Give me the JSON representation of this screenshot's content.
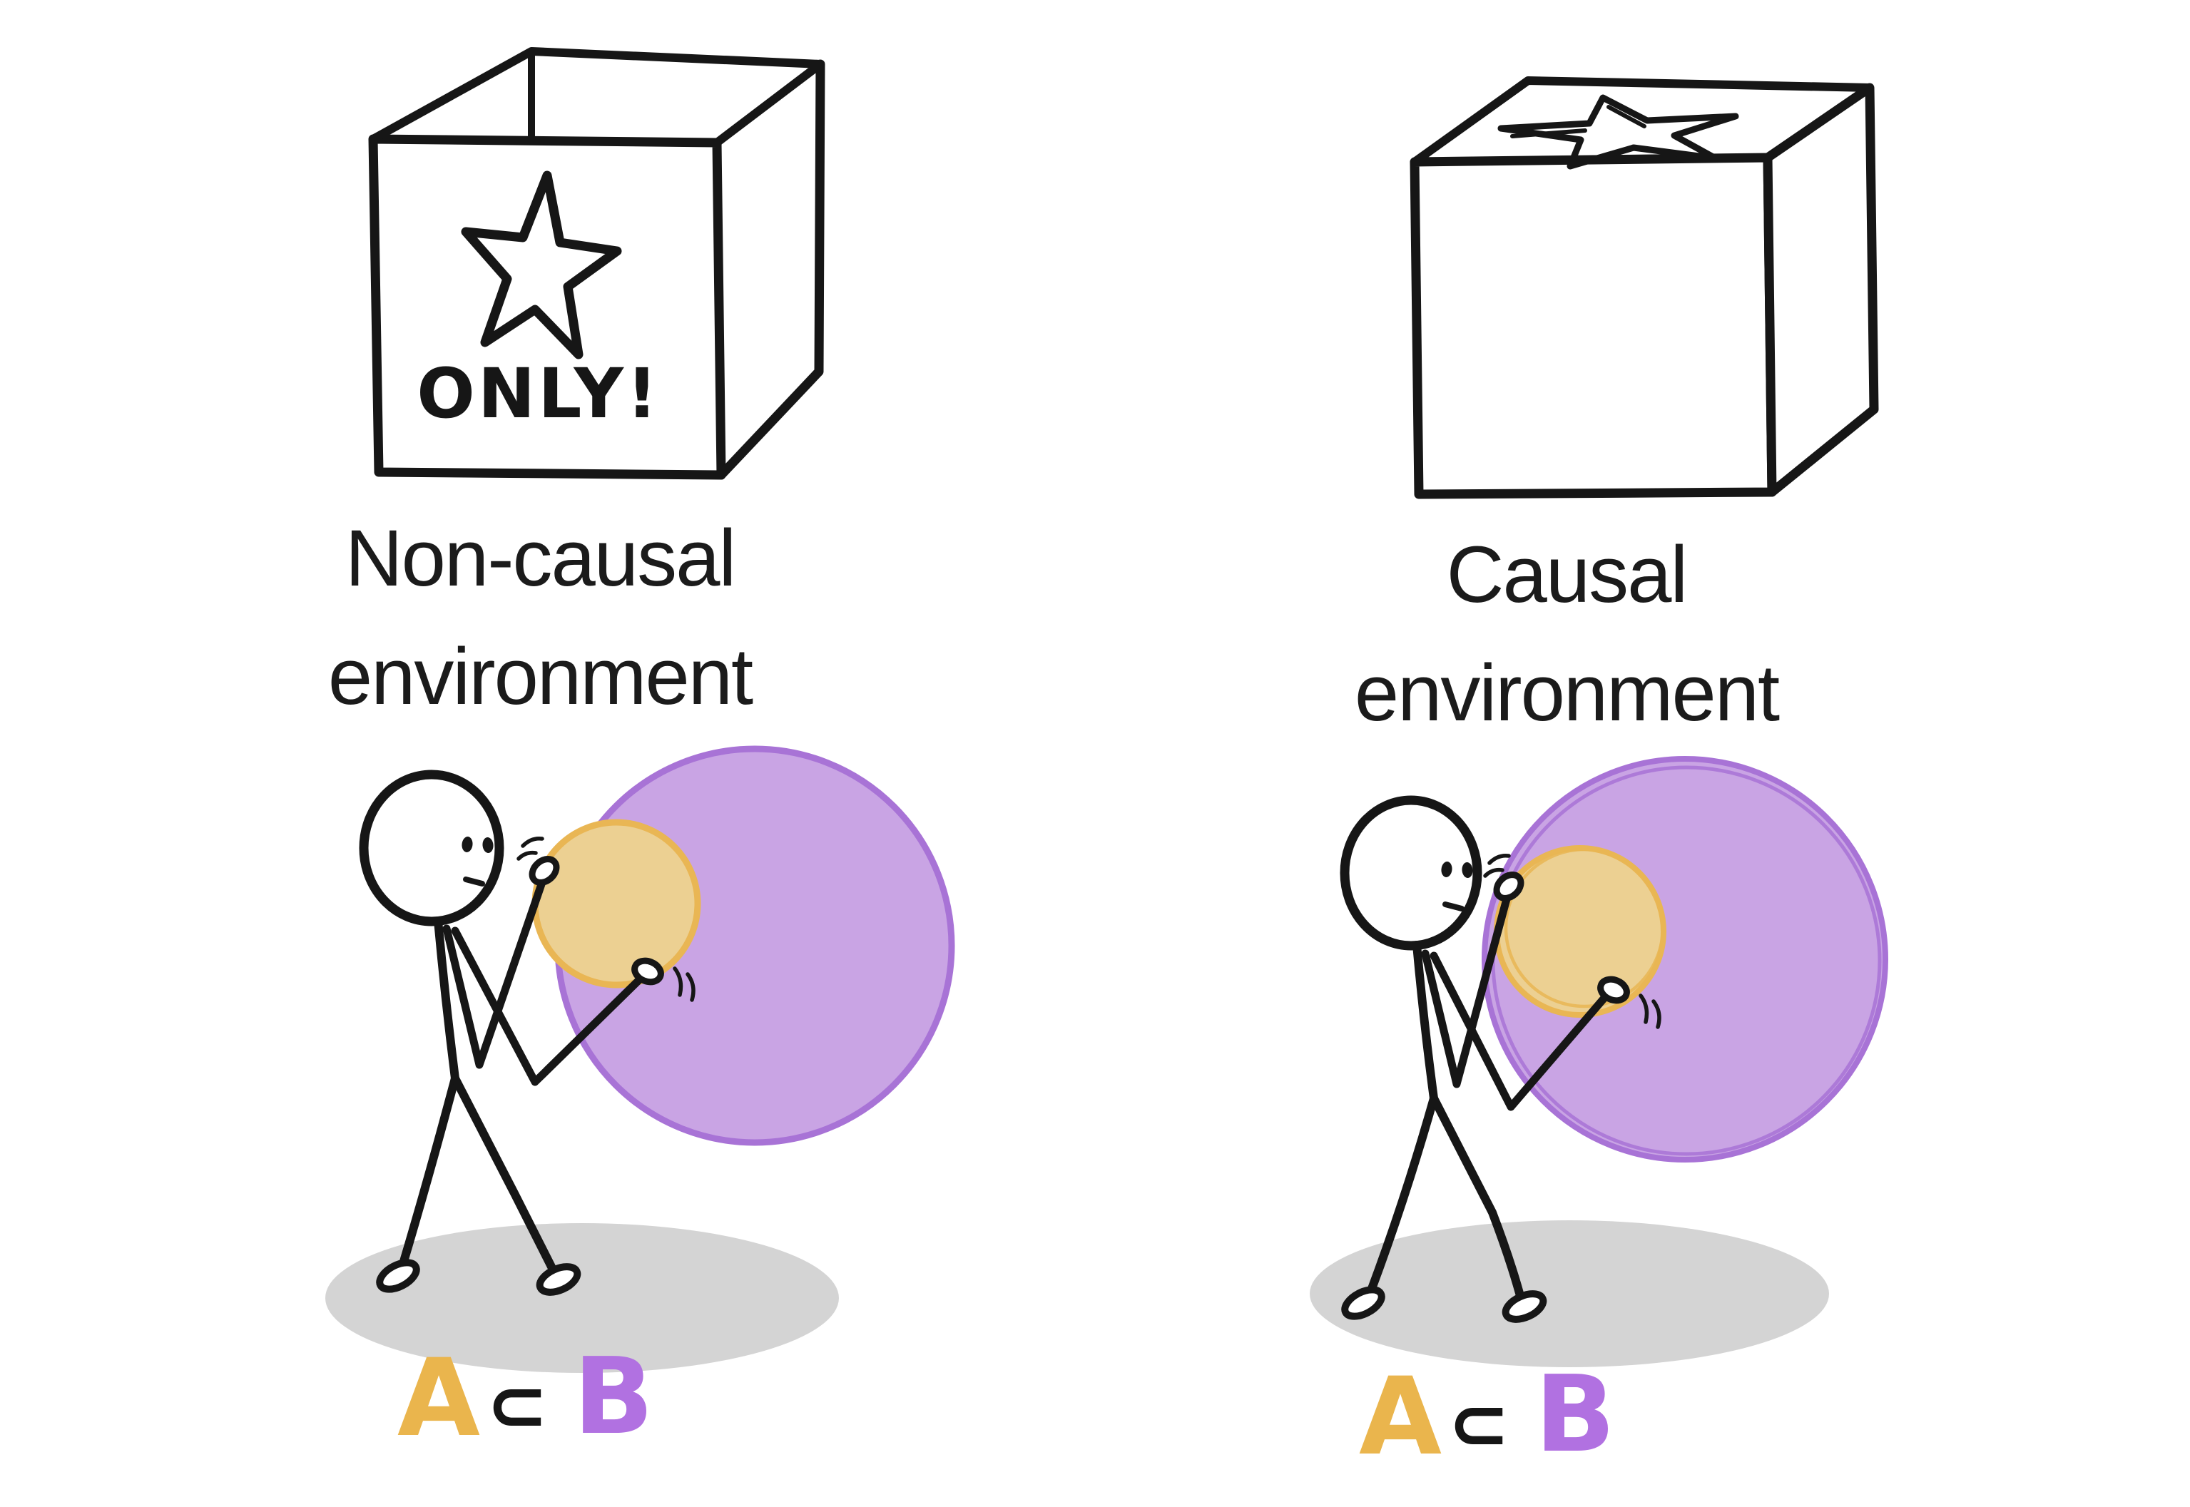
{
  "left_panel": {
    "box_label": "ONLY!",
    "env_line1": "Non-causal",
    "env_line2": "environment",
    "caption_a": "A",
    "caption_subset": "⊂",
    "caption_b": "B"
  },
  "right_panel": {
    "env_line1": "Causal",
    "env_line2": "environment",
    "caption_a": "A",
    "caption_subset": "⊂",
    "caption_b": "B"
  },
  "colors": {
    "ink": "#161616",
    "label_text": "#1b1b1b",
    "background": "#ffffff",
    "circle_a_fill": "#ecd092",
    "circle_a_stroke": "#e9b654",
    "circle_b_fill": "#c9a4e4",
    "circle_b_stroke": "#a873d6",
    "letter_a": "#eab54d",
    "letter_b": "#b171e1",
    "shadow": "#d4d4d4"
  }
}
